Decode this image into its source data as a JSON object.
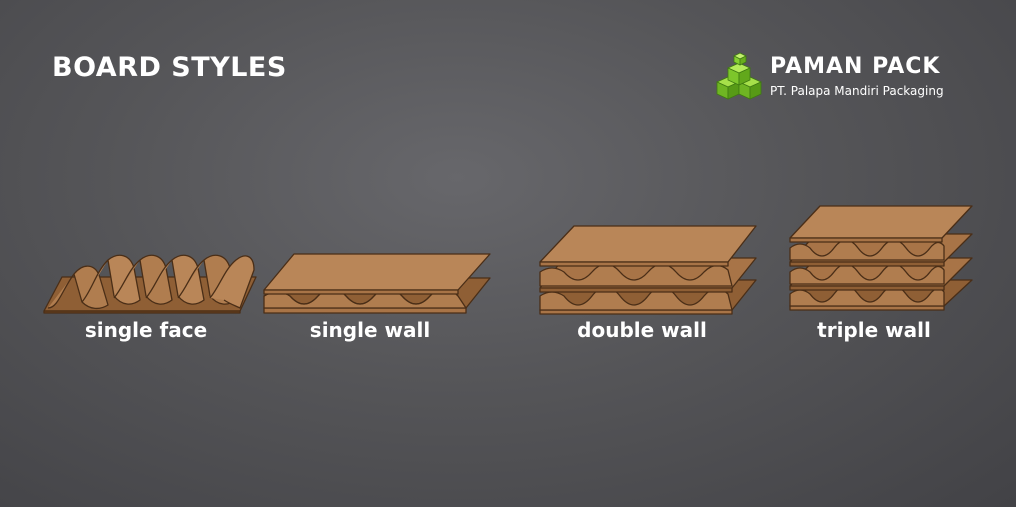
{
  "page": {
    "title": "BOARD STYLES"
  },
  "brand": {
    "name": "PAMAN PACK",
    "company": "PT. Palapa Mandiri Packaging",
    "logo_icon": "green-boxes-logo-icon",
    "logo_color": "#7dc62b"
  },
  "colors": {
    "cardboard": "#b07d4f",
    "cardboard_dark": "#8f5f35",
    "outline": "#4a2e17",
    "background": "#58585b"
  },
  "board_styles": [
    {
      "label": "single face"
    },
    {
      "label": "single wall"
    },
    {
      "label": "double wall"
    },
    {
      "label": "triple wall"
    }
  ]
}
